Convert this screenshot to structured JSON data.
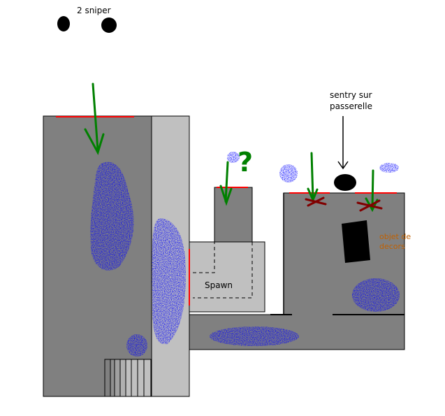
{
  "labels": {
    "snipers": "2 sniper",
    "sentry_line1": "sentry sur",
    "sentry_line2": "passerelle",
    "question": "?",
    "spawn": "Spawn",
    "decor_line1": "objet de",
    "decor_line2": "decors"
  },
  "colors": {
    "background": "#ffffff",
    "dark_gray": "#808080",
    "light_gray": "#c0c0c0",
    "outline": "#000000",
    "entry_red": "#ff0000",
    "arrow_green": "#008000",
    "scribble_blue": "#0000ff",
    "cross_maroon": "#800000",
    "decor_orange": "#c06000"
  },
  "icons": {
    "sniper": "black-circle",
    "sentry": "black-ellipse",
    "entry": "red-line",
    "path": "green-arrow",
    "crowd": "blue-scribble",
    "blocked": "red-cross"
  }
}
